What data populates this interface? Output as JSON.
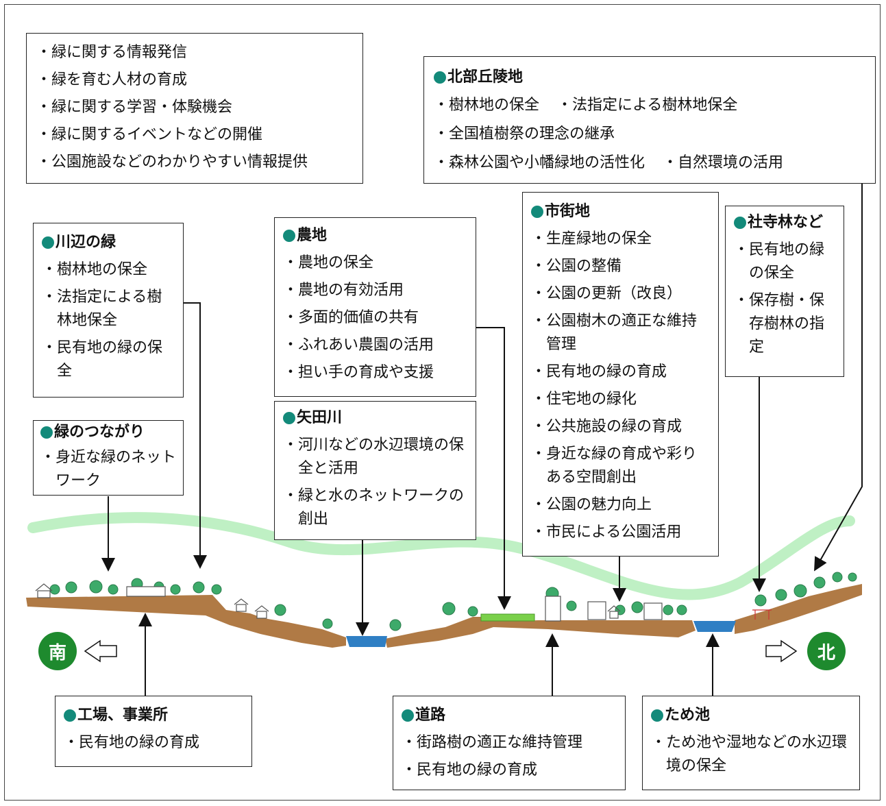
{
  "general_box": {
    "items": [
      "緑に関する情報発信",
      "緑を育む人材の育成",
      "緑に関する学習・体験機会",
      "緑に関するイベントなどの開催",
      "公園施設などのわかりやすい情報提供"
    ]
  },
  "north_hills": {
    "title": "北部丘陵地",
    "rows": [
      [
        "樹林地の保全",
        "法指定による樹林地保全"
      ],
      [
        "全国植樹祭の理念の継承"
      ],
      [
        "森林公園や小幡緑地の活性化",
        "自然環境の活用"
      ]
    ]
  },
  "riverside": {
    "title": "川辺の緑",
    "items": [
      "樹林地の保全",
      "法指定による樹林地保全",
      "民有地の緑の保全"
    ]
  },
  "connection": {
    "title": "緑のつながり",
    "items": [
      "身近な緑のネットワーク"
    ]
  },
  "farmland": {
    "title": "農地",
    "items": [
      "農地の保全",
      "農地の有効活用",
      "多面的価値の共有",
      "ふれあい農園の活用",
      "担い手の育成や支援"
    ]
  },
  "yada_river": {
    "title": "矢田川",
    "items": [
      "河川などの水辺環境の保全と活用",
      "緑と水のネットワークの創出"
    ]
  },
  "urban": {
    "title": "市街地",
    "items": [
      "生産緑地の保全",
      "公園の整備",
      "公園の更新（改良）",
      "公園樹木の適正な維持管理",
      "民有地の緑の育成",
      "住宅地の緑化",
      "公共施設の緑の育成",
      "身近な緑の育成や彩りある空間創出",
      "公園の魅力向上",
      "市民による公園活用"
    ]
  },
  "shrine": {
    "title": "社寺林など",
    "items": [
      "民有地の緑の保全",
      "保存樹・保存樹林の指定"
    ]
  },
  "factory": {
    "title": "工場、事業所",
    "items": [
      "民有地の緑の育成"
    ]
  },
  "road": {
    "title": "道路",
    "items": [
      "街路樹の適正な維持管理",
      "民有地の緑の育成"
    ]
  },
  "pond": {
    "title": "ため池",
    "items": [
      "ため池や湿地などの水辺環境の保全"
    ]
  },
  "directions": {
    "south": "南",
    "north": "北"
  },
  "bullet": "・",
  "colors": {
    "dot": "#138a7a",
    "soil": "#b07a45",
    "water": "#2f7fc4",
    "green_band": "#bff0c4",
    "tree": "#3daa6a",
    "badge": "#1e8a2e"
  }
}
